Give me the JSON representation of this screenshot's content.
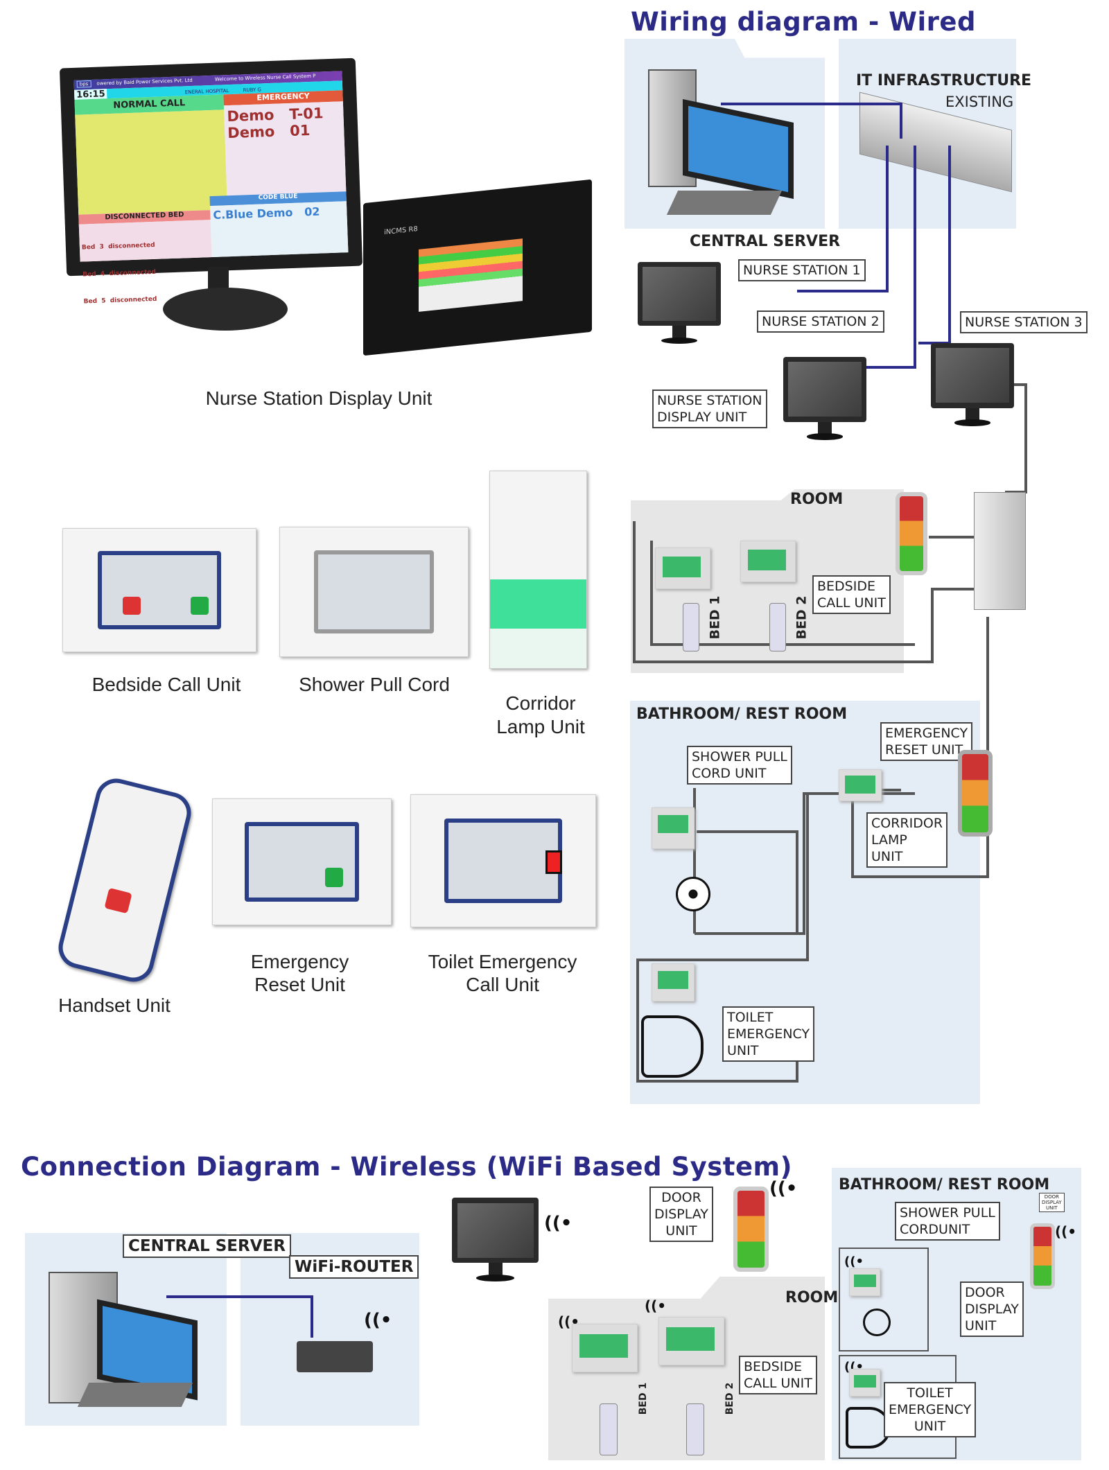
{
  "wired": {
    "title": "Wiring diagram - Wired",
    "central_server": "CENTRAL SERVER",
    "it_infra": "IT INFRASTRUCTURE",
    "existing": "EXISTING",
    "nurse_station_1": "NURSE STATION 1",
    "nurse_station_2": "NURSE STATION 2",
    "nurse_station_3": "NURSE STATION 3",
    "nsdu": [
      "NURSE STATION",
      "DISPLAY UNIT"
    ],
    "room": "ROOM",
    "bed1": "BED 1",
    "bed2": "BED 2",
    "bedside": [
      "BEDSIDE",
      "CALL UNIT"
    ],
    "bathroom": "BATHROOM/ REST ROOM",
    "shower": [
      "SHOWER PULL",
      "CORD UNIT"
    ],
    "emergency_reset": [
      "EMERGENCY",
      "RESET UNIT"
    ],
    "corridor": [
      "CORRIDOR",
      "LAMP",
      "UNIT"
    ],
    "toilet": [
      "TOILET",
      "EMERGENCY",
      "UNIT"
    ]
  },
  "display": {
    "header_left": "owered by Baid Power Services Pvt. Ltd",
    "header_right": "Welcome to Wireless Nurse Call System P",
    "logo": "bps",
    "time": "16:15",
    "hospital": "ENERAL HOSPITAL",
    "ward": "RUBY G",
    "normal_call": "NORMAL CALL",
    "emergency": "EMERGENCY",
    "emergency_rows": [
      "Demo   T-01",
      "Demo   01"
    ],
    "code_blue": "CODE BLUE",
    "code_blue_row": "C.Blue Demo   02",
    "disconnected": "DISCONNECTED BED",
    "disconnected_rows": [
      "Bed  3  disconnected",
      "Bed  4  disconnected",
      "Bed  5  disconnected"
    ],
    "device_brand": "iNCMS R8"
  },
  "products": {
    "nsdu": "Nurse Station Display Unit",
    "bedside": "Bedside Call Unit",
    "shower": "Shower Pull Cord",
    "corridor": [
      "Corridor",
      "Lamp Unit"
    ],
    "handset": "Handset Unit",
    "emergency_reset": [
      "Emergency",
      "Reset Unit"
    ],
    "toilet": [
      "Toilet Emergency",
      "Call Unit"
    ]
  },
  "wireless": {
    "title": "Connection Diagram - Wireless (WiFi Based System)",
    "central_server": "CENTRAL SERVER",
    "router": "WiFi-ROUTER",
    "door_display": [
      "DOOR",
      "DISPLAY",
      "UNIT"
    ],
    "room": "ROOM",
    "bed1": "BED 1",
    "bed2": "BED 2",
    "bedside": [
      "BEDSIDE",
      "CALL UNIT"
    ],
    "bathroom": "BATHROOM/ REST ROOM",
    "shower": [
      "SHOWER PULL",
      "CORDUNIT"
    ],
    "door_small": [
      "DOOR",
      "DISPLAY",
      "UNIT"
    ],
    "door_display2": [
      "DOOR",
      "DISPLAY",
      "UNIT"
    ],
    "toilet": [
      "TOILET",
      "EMERGENCY",
      "UNIT"
    ]
  },
  "colors": {
    "title": "#2b2a86",
    "panel": "#e4ecf6",
    "room": "#e6e6e6"
  }
}
